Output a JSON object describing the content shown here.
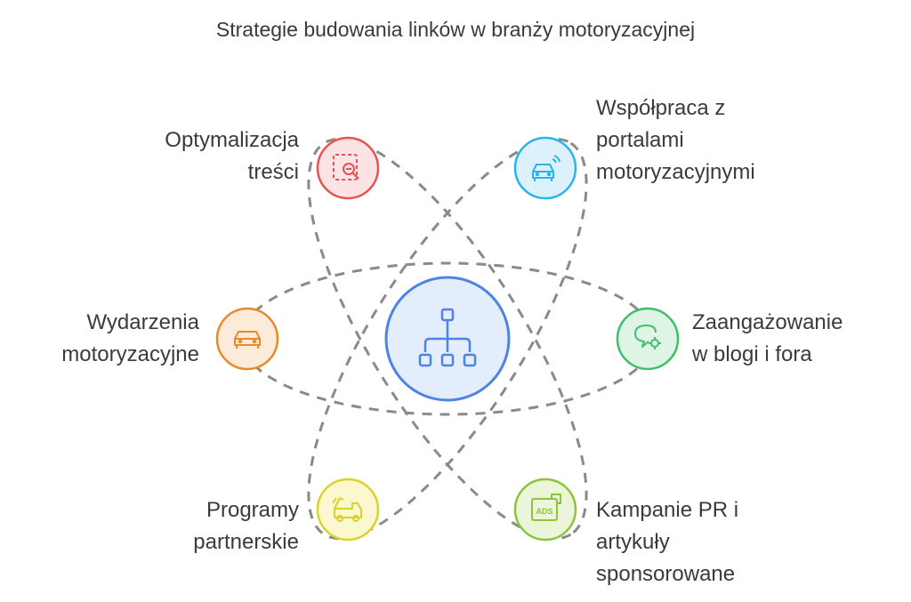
{
  "title": "Strategie budowania linków w branży motoryzacyjnej",
  "center": {
    "icon": "hierarchy-icon",
    "fill": "#e3edfc",
    "stroke": "#4c84e4"
  },
  "nodes": [
    {
      "id": "optymalizacja-tresci",
      "label": "Optymalizacja\ntreści",
      "icon": "content-search-icon",
      "fill": "#fde3e3",
      "stroke": "#e55454"
    },
    {
      "id": "wspolpraca-portale",
      "label": "Współpraca z\nportalami\nmotoryzacyjnymi",
      "icon": "connected-car-icon",
      "fill": "#dcf1fb",
      "stroke": "#28b4ec"
    },
    {
      "id": "wydarzenia",
      "label": "Wydarzenia\nmotoryzacyjne",
      "icon": "car-icon",
      "fill": "#fdebd9",
      "stroke": "#e88a2c"
    },
    {
      "id": "zaangazowanie",
      "label": "Zaangażowanie\nw blogi i fora",
      "icon": "chat-settings-icon",
      "fill": "#def5e5",
      "stroke": "#3fbf6b"
    },
    {
      "id": "programy-partnerskie",
      "label": "Programy\npartnerskie",
      "icon": "tow-truck-icon",
      "fill": "#fbf7cf",
      "stroke": "#dcd22c"
    },
    {
      "id": "kampanie-pr",
      "label": "Kampanie PR i\nartykuły\nsponsorowane",
      "icon": "ads-icon",
      "fill": "#ecf5d9",
      "stroke": "#8cc43c"
    }
  ]
}
